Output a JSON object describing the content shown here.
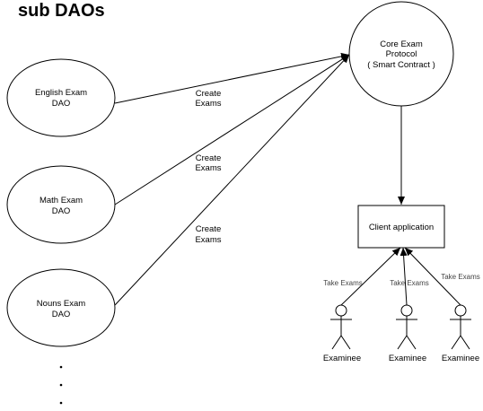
{
  "title": "sub DAOs",
  "nodes": {
    "english_dao": [
      "English Exam",
      "DAO"
    ],
    "math_dao": [
      "Math Exam",
      "DAO"
    ],
    "nouns_dao": [
      "Nouns Exam",
      "DAO"
    ],
    "core_protocol": [
      "Core Exam",
      "Protocol",
      "( Smart Contract )"
    ],
    "client_app": [
      "Client application"
    ]
  },
  "edges": {
    "create_exams": [
      "Create",
      "Exams"
    ],
    "take_exams": "Take Exams"
  },
  "actors": [
    "Examinee",
    "Examinee",
    "Examinee"
  ],
  "ellipsis": ".\n.\n."
}
